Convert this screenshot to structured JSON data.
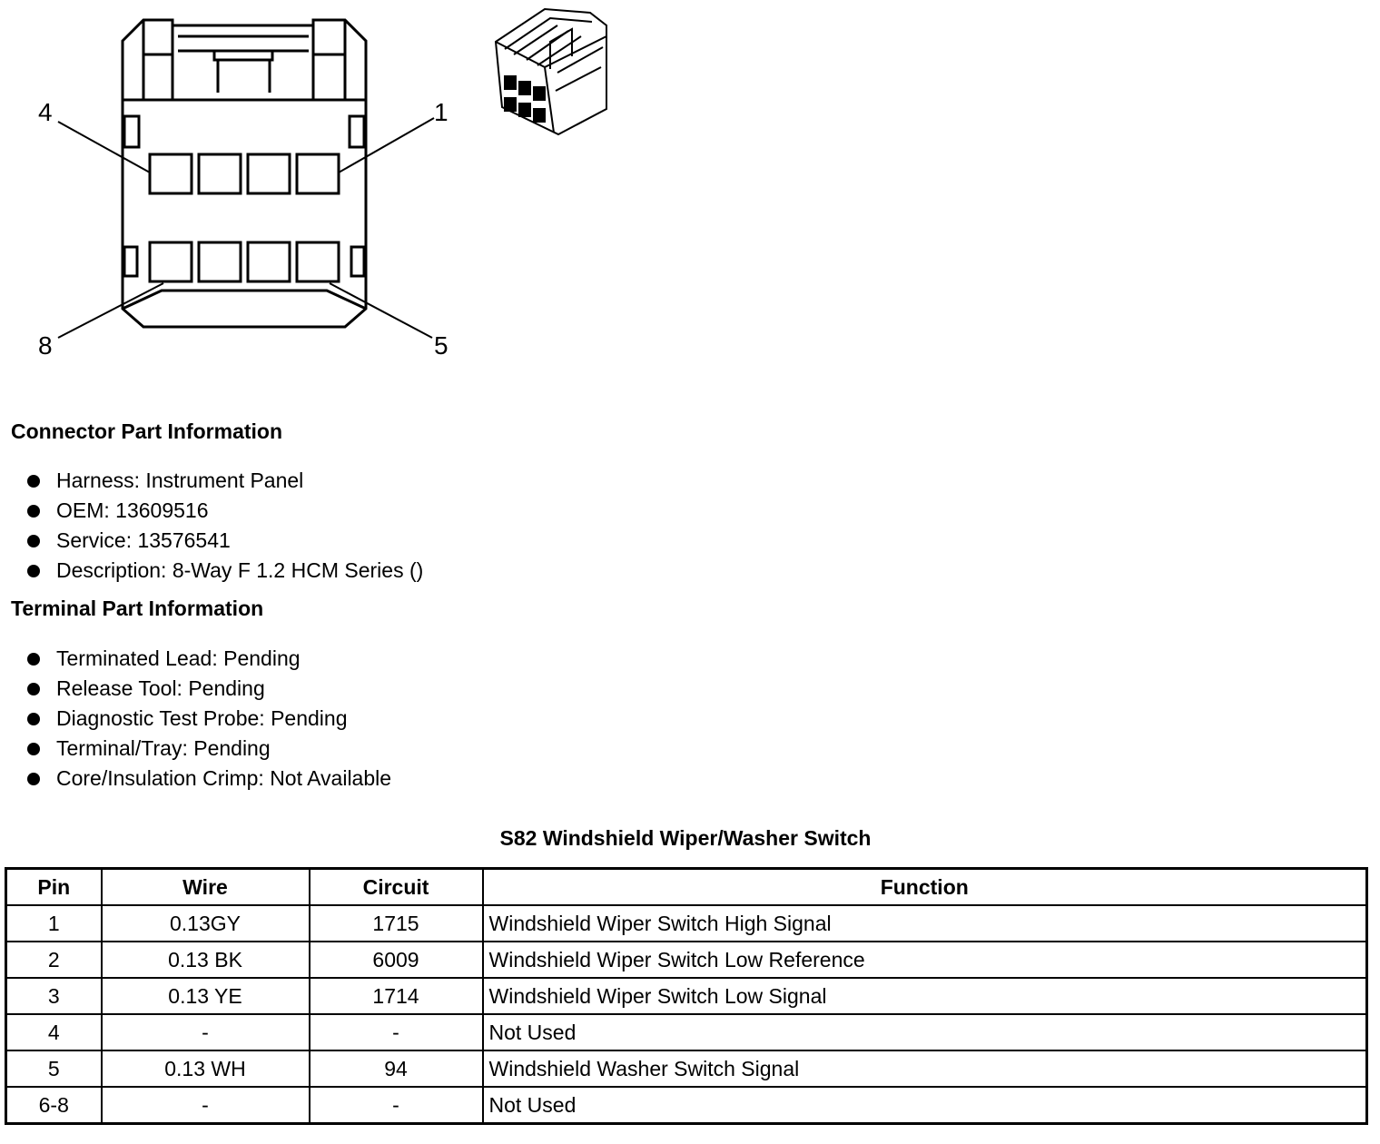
{
  "diagram": {
    "pin_labels": [
      "4",
      "1",
      "8",
      "5"
    ]
  },
  "connector_info": {
    "heading": "Connector Part Information",
    "items": [
      "Harness: Instrument Panel",
      "OEM: 13609516",
      "Service: 13576541",
      "Description: 8-Way F 1.2 HCM Series ()"
    ]
  },
  "terminal_info": {
    "heading": "Terminal Part Information",
    "items": [
      "Terminated Lead: Pending",
      "Release Tool: Pending",
      "Diagnostic Test Probe: Pending",
      "Terminal/Tray: Pending",
      "Core/Insulation Crimp: Not Available"
    ]
  },
  "table": {
    "caption": "S82 Windshield Wiper/Washer Switch",
    "headers": [
      "Pin",
      "Wire",
      "Circuit",
      "Function"
    ],
    "rows": [
      [
        "1",
        "0.13GY",
        "1715",
        "Windshield Wiper Switch High Signal"
      ],
      [
        "2",
        "0.13 BK",
        "6009",
        "Windshield Wiper Switch Low Reference"
      ],
      [
        "3",
        "0.13 YE",
        "1714",
        "Windshield Wiper Switch Low Signal"
      ],
      [
        "4",
        "-",
        "-",
        "Not Used"
      ],
      [
        "5",
        "0.13 WH",
        "94",
        "Windshield Washer Switch Signal"
      ],
      [
        "6-8",
        "-",
        "-",
        "Not Used"
      ]
    ]
  }
}
